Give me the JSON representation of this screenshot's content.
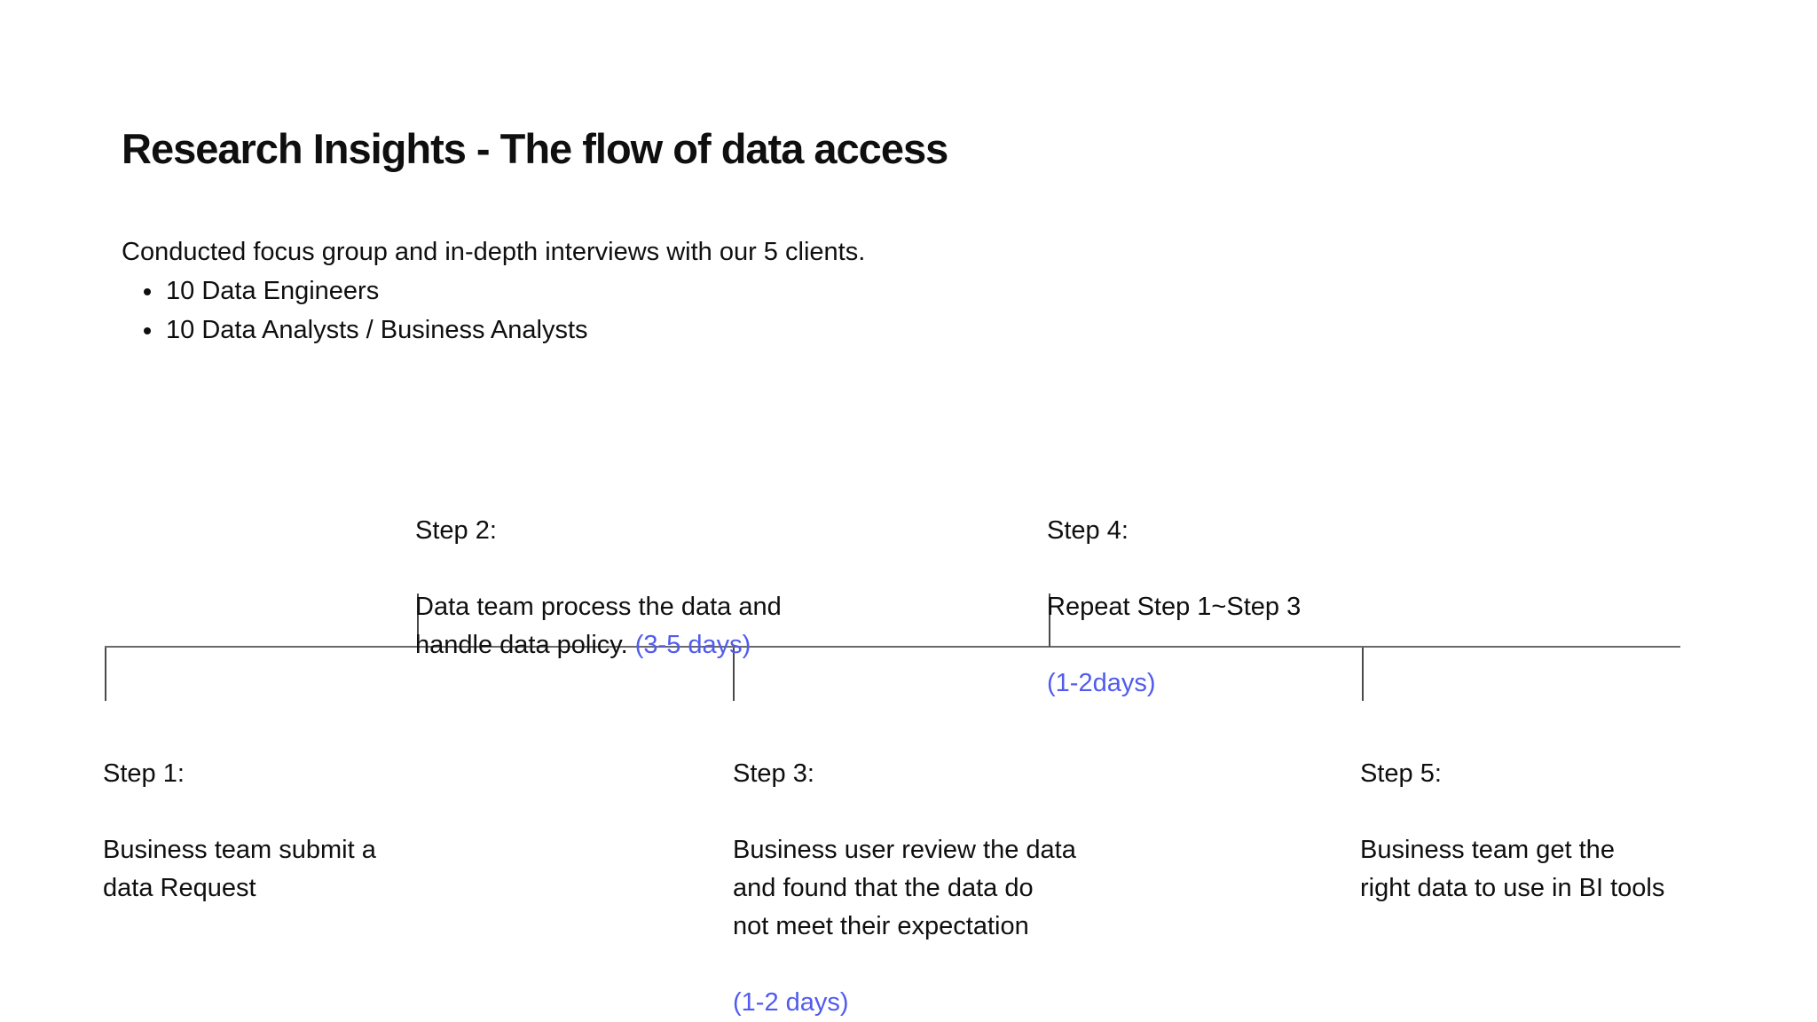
{
  "slide": {
    "title": "Research Insights - The flow of data access",
    "intro": "Conducted focus group and in-depth interviews with our 5 clients.",
    "bullets": [
      "10 Data Engineers",
      "10 Data Analysts / Business Analysts"
    ]
  },
  "timeline": {
    "steps": [
      {
        "name": "Step 1:",
        "body": "Business team submit a\ndata Request",
        "duration": "",
        "position": "below-line"
      },
      {
        "name": "Step 2:",
        "body": "Data team process the data and\nhandle data policy. ",
        "duration": "(3-5 days)",
        "position": "above-line"
      },
      {
        "name": "Step 3:",
        "body": "Business user review the data\nand found that the data do\nnot meet their expectation",
        "duration": "(1-2 days)",
        "position": "below-line"
      },
      {
        "name": "Step 4:",
        "body": "Repeat Step 1~Step 3",
        "duration": "(1-2days)",
        "position": "above-line"
      },
      {
        "name": "Step 5:",
        "body": "Business team get the\nright data to use in BI tools",
        "duration": "",
        "position": "below-line"
      }
    ]
  },
  "colors": {
    "text": "#0f0f0f",
    "accent_blue": "#515BEE",
    "axis_line": "#6a6a6a",
    "tick_line": "#4a4a4a",
    "background": "#ffffff"
  }
}
